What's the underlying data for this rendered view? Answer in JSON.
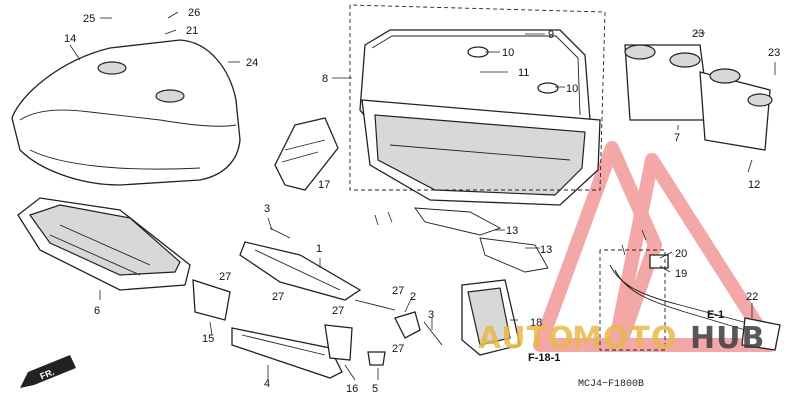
{
  "diagram": {
    "part_numbers": {
      "p1": "1",
      "p2": "2",
      "p3a": "3",
      "p3b": "3",
      "p4": "4",
      "p5": "5",
      "p6": "6",
      "p7": "7",
      "p8": "8",
      "p9": "9",
      "p10a": "10",
      "p10b": "10",
      "p11": "11",
      "p12": "12",
      "p13a": "13",
      "p13b": "13",
      "p14": "14",
      "p15": "15",
      "p16": "16",
      "p17": "17",
      "p18": "18",
      "p19": "19",
      "p20": "20",
      "p21": "21",
      "p22": "22",
      "p23a": "23",
      "p23b": "23",
      "p24": "24",
      "p25": "25",
      "p26": "26",
      "p27a": "27",
      "p27b": "27",
      "p27c": "27",
      "p27d": "27",
      "p27e": "27"
    },
    "refs": {
      "f18": "F-18-1",
      "e1": "E-1"
    },
    "direction_label": "FR.",
    "diagram_code": "MCJ4−F1800B"
  },
  "watermark": {
    "text_auto": "AUTO",
    "text_moto": "MOTO",
    "text_hub": "HUB",
    "colors": {
      "triangle": "#f08a8a",
      "auto": "#e8b84a",
      "moto": "#e8b84a",
      "hub": "#3d3d3d"
    }
  }
}
